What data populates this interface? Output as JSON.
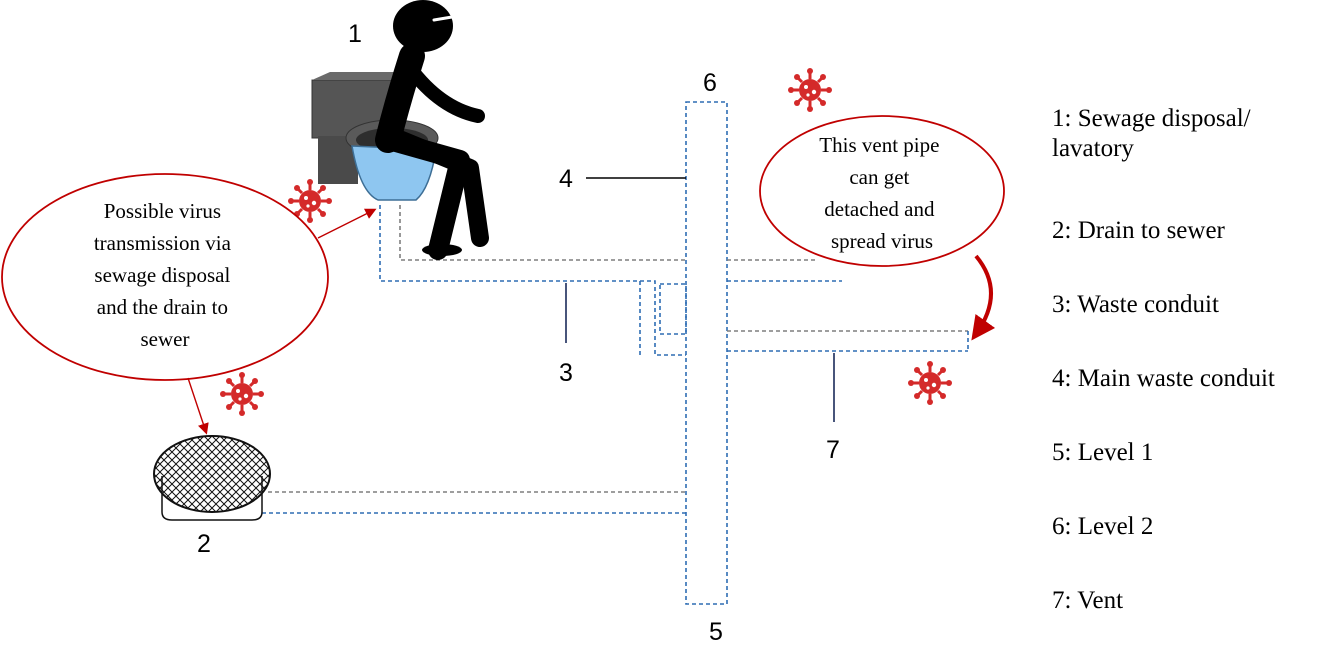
{
  "numbers": {
    "n1": "1",
    "n2": "2",
    "n3": "3",
    "n4": "4",
    "n5": "5",
    "n6": "6",
    "n7": "7"
  },
  "callouts": {
    "left": [
      "Possible virus",
      "transmission via",
      "sewage disposal",
      "and the drain to",
      "sewer"
    ],
    "right": [
      "This vent pipe",
      "can get",
      "detached and",
      "spread virus"
    ]
  },
  "legend": {
    "items": [
      {
        "lines": [
          "1: Sewage disposal/",
          "lavatory"
        ]
      },
      {
        "lines": [
          "2: Drain to sewer"
        ]
      },
      {
        "lines": [
          "3: Waste conduit"
        ]
      },
      {
        "lines": [
          "4: Main waste conduit"
        ]
      },
      {
        "lines": [
          "5: Level 1"
        ]
      },
      {
        "lines": [
          "6: Level 2"
        ]
      },
      {
        "lines": [
          "7: Vent"
        ]
      }
    ]
  },
  "colors": {
    "pipe_blue": "#2e6db4",
    "pipe_gray": "#7f7f7f",
    "callout_red": "#c00000",
    "virus_red": "#d42a2a",
    "toilet_dark": "#4a4a4a",
    "toilet_water": "#8ec6f0"
  },
  "icons": [
    "person-icon",
    "toilet-icon",
    "virus-icon",
    "floor-drain-icon"
  ]
}
